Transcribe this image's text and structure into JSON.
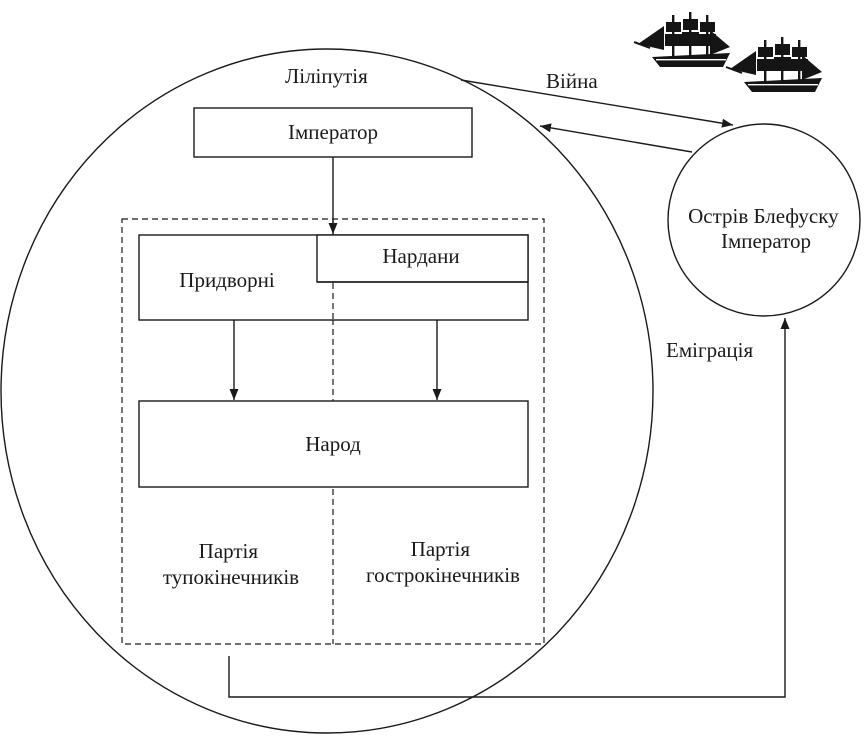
{
  "lilliput": {
    "label": "Ліліпутія"
  },
  "emperor": {
    "label": "Імператор"
  },
  "nardany": {
    "label": "Нардани"
  },
  "courtiers": {
    "label": "Придворні"
  },
  "people": {
    "label": "Народ"
  },
  "party_blunt": {
    "line1": "Партія",
    "line2": "тупокінечників"
  },
  "party_sharp": {
    "line1": "Партія",
    "line2": "гострокінечників"
  },
  "blefuscu": {
    "line1": "Острів Блефуску",
    "line2": "Імператор"
  },
  "links": {
    "war": "Війна",
    "emigration": "Еміграція"
  },
  "icons": [
    "sailing-ship-icon",
    "sailing-ship-icon"
  ]
}
